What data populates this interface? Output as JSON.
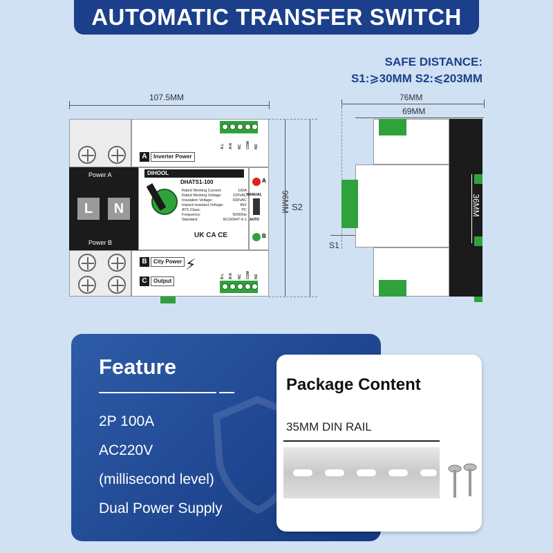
{
  "header": {
    "title": "AUTOMATIC TRANSFER SWITCH"
  },
  "safe_distance": {
    "title": "SAFE DISTANCE:",
    "value": "S1:⩾30MM S2:⩽203MM"
  },
  "dimensions": {
    "width_front": "107.5MM",
    "height_front": "96MM",
    "s2": "S2",
    "width_side": "76MM",
    "width_side_inner": "69MM",
    "rail_height": "36MM",
    "s1": "S1"
  },
  "device": {
    "brand": "DIHOOL",
    "model": "DHATS1-100",
    "power_a_label": "Power A",
    "power_b_label": "Power B",
    "l_label": "L",
    "n_label": "N",
    "inverter": {
      "letter": "A",
      "text": "Inverter Power"
    },
    "city": {
      "letter": "B",
      "text": "City Power"
    },
    "output": {
      "letter": "C",
      "text": "Output"
    },
    "indicator_a": "A",
    "indicator_b": "B",
    "manual": "MANUAL",
    "auto": "AUTO",
    "marks": "UK CA  CE",
    "specs": [
      {
        "k": "Rated Working Current:",
        "v": "100A"
      },
      {
        "k": "Rated Working Voltage:",
        "v": "220VAC"
      },
      {
        "k": "Insulation Voltage:",
        "v": "690VAC"
      },
      {
        "k": "Impact-resistant Voltage:",
        "v": "8kV"
      },
      {
        "k": "ATS Class:",
        "v": "PC"
      },
      {
        "k": "Frequency:",
        "v": "50/60Hz"
      },
      {
        "k": "Standard:",
        "v": "IEC60947-6-1"
      }
    ],
    "top_terminals": [
      "A-L",
      "A-N",
      "NC",
      "COM",
      "NO"
    ],
    "bottom_terminals": [
      "B-L",
      "B-N",
      "NC",
      "COM",
      "NO"
    ]
  },
  "feature": {
    "title": "Feature",
    "items": [
      "2P 100A",
      "AC220V",
      "(millisecond level)",
      "Dual Power Supply"
    ]
  },
  "package": {
    "title": "Package Content",
    "item": "35MM DIN RAIL"
  },
  "colors": {
    "brand_blue": "#1b3f8a",
    "green": "#2fa23b",
    "red": "#e02020",
    "background": "#cfe1f3"
  }
}
